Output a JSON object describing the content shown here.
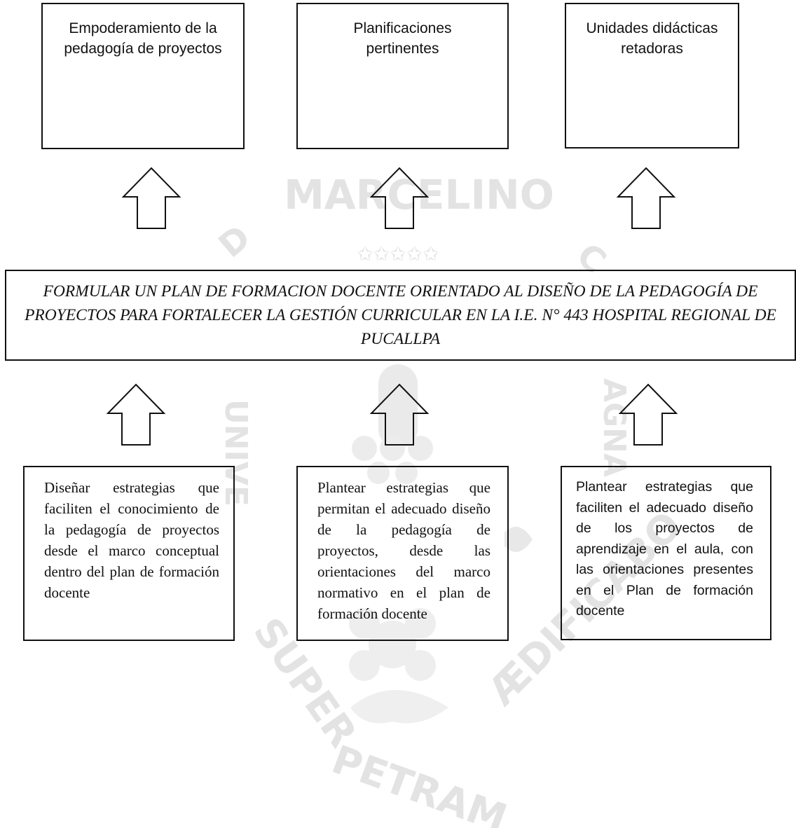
{
  "top_boxes": [
    {
      "text": "Empoderamiento de la pedagogía de proyectos"
    },
    {
      "text": "Planificaciones pertinentes"
    },
    {
      "text": "Unidades didácticas retadoras"
    }
  ],
  "center_box": {
    "text": "FORMULAR UN PLAN DE FORMACION DOCENTE ORIENTADO AL DISEÑO DE LA PEDAGOGÍA DE PROYECTOS PARA FORTALECER LA GESTIÓN CURRICULAR EN LA I.E. N° 443 HOSPITAL REGIONAL DE PUCALLPA"
  },
  "bottom_boxes": [
    {
      "text": "Diseñar estrategias que faciliten el conocimiento de la pedagogía de proyectos desde el marco conceptual dentro del plan de formación docente"
    },
    {
      "text": "Plantear estrategias que permitan el adecuado diseño de la pedagogía de proyectos, desde las orientaciones del marco normativo en el plan de formación docente"
    },
    {
      "text": "Plantear estrategias que faciliten el adecuado diseño de los proyectos de aprendizaje en el aula, con las orientaciones presentes en el Plan de formación docente"
    }
  ],
  "watermark": {
    "top": "MARCELINO",
    "left": "UNIVERSIDAD",
    "right": "CHAMPAGNAT",
    "bottom": "SUPER PETRAM ÆDIFICABO",
    "color": "#e6e6e6"
  }
}
